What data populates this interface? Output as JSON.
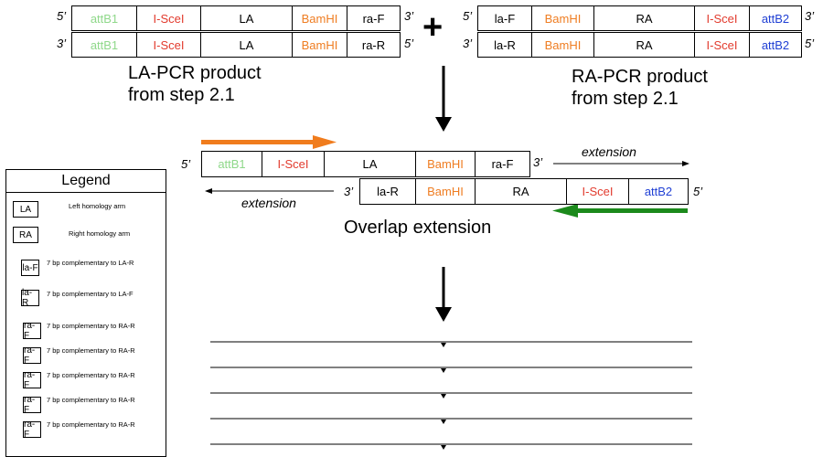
{
  "colors": {
    "attB1": "#8fd88a",
    "isce": "#e23b2e",
    "bamhi": "#ef7d22",
    "attB2": "#1f3fd4",
    "orange_arrow": "#f07c1d",
    "green_arrow": "#1c8a1c"
  },
  "strand_ends": {
    "five": "5’",
    "three": "3’"
  },
  "la_product": {
    "top": [
      "attB1",
      "I-SceI",
      "LA",
      "BamHI",
      "ra-F"
    ],
    "bottom": [
      "attB1",
      "I-SceI",
      "LA",
      "BamHI",
      "ra-R"
    ],
    "caption_line1": "LA-PCR product",
    "caption_line2": "from step 2.1"
  },
  "plus_sign": "+",
  "ra_product": {
    "top": [
      "la-F",
      "BamHI",
      "RA",
      "I-SceI",
      "attB2"
    ],
    "bottom": [
      "la-R",
      "BamHI",
      "RA",
      "I-SceI",
      "attB2"
    ],
    "caption_line1": "RA-PCR product",
    "caption_line2": "from step 2.1"
  },
  "overlap": {
    "top": [
      "attB1",
      "I-SceI",
      "LA",
      "BamHI",
      "ra-F"
    ],
    "bottom": [
      "la-R",
      "BamHI",
      "RA",
      "I-SceI",
      "attB2"
    ],
    "extension_right": "extension",
    "extension_left": "extension",
    "title": "Overlap extension"
  },
  "legend": {
    "title": "Legend",
    "items": [
      {
        "key": "LA",
        "desc": "Left homology arm"
      },
      {
        "key": "RA",
        "desc": "Right homology arm"
      },
      {
        "key": "la-F",
        "desc": "7 bp complementary to LA-R"
      },
      {
        "key": "la-R",
        "desc": "7 bp complementary to LA-F"
      },
      {
        "key": "ra-F",
        "desc": "7 bp complementary to RA-R"
      },
      {
        "key": "ra-F",
        "desc": "7 bp complementary to RA-R"
      },
      {
        "key": "ra-F",
        "desc": "7 bp complementary to RA-R"
      },
      {
        "key": "ra-F",
        "desc": "7 bp complementary to RA-R"
      },
      {
        "key": "ra-F",
        "desc": "7 bp complementary to RA-R"
      }
    ]
  }
}
